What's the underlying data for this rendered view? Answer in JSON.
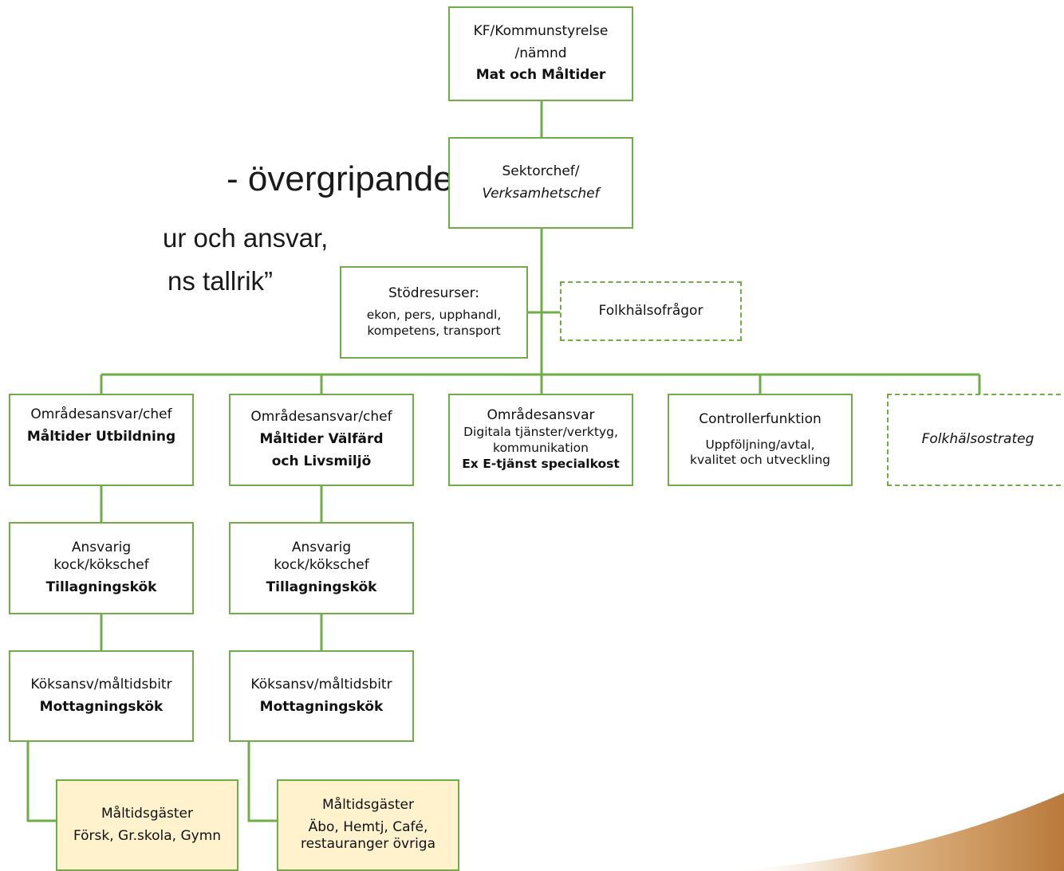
{
  "background_text": {
    "heading": "- övergripande:",
    "line1": "ur och ansvar,",
    "line2": "ns tallrik”"
  },
  "colors": {
    "border": "#70ad47",
    "guest_fill": "#fff2cc",
    "swoosh": "#c58a4c"
  },
  "org": {
    "top": {
      "line1": "KF/Kommunstyrelse",
      "line2": "/nämnd",
      "bold": "Mat och Måltider"
    },
    "sector": {
      "line1": "Sektorchef/",
      "italic": "Verksamhetschef"
    },
    "support": {
      "line1": "Stödresurser:",
      "line2": "ekon, pers, upphandl,",
      "line3": "kompetens, transport"
    },
    "public_health": {
      "label": "Folkhälsofrågor"
    },
    "area_education": {
      "line1": "Områdesansvar/chef",
      "bold": "Måltider Utbildning"
    },
    "area_welfare": {
      "line1": "Områdesansvar/chef",
      "bold1": "Måltider Välfärd",
      "bold2": "och Livsmiljö"
    },
    "area_digital": {
      "line1": "Områdesansvar",
      "line2": "Digitala tjänster/verktyg,",
      "line3": "kommunikation",
      "bold": "Ex E-tjänst specialkost"
    },
    "controller": {
      "line1": "Controllerfunktion",
      "line2": "Uppföljning/avtal,",
      "line3": "kvalitet och utveckling"
    },
    "strategist": {
      "italic": "Folkhälsostrateg"
    },
    "kitchen_edu": {
      "line1": "Ansvarig",
      "line2": "kock/kökschef",
      "bold": "Tillagningskök"
    },
    "kitchen_wel": {
      "line1": "Ansvarig",
      "line2": "kock/kökschef",
      "bold": "Tillagningskök"
    },
    "reception_edu": {
      "line1": "Köksansv/måltidsbitr",
      "bold": "Mottagningskök"
    },
    "reception_wel": {
      "line1": "Köksansv/måltidsbitr",
      "bold": "Mottagningskök"
    },
    "guests_edu": {
      "line1": "Måltidsgäster",
      "line2": "Försk, Gr.skola, Gymn"
    },
    "guests_wel": {
      "line1": "Måltidsgäster",
      "line2": "Äbo, Hemtj, Café,",
      "line3": "restauranger övriga"
    }
  }
}
